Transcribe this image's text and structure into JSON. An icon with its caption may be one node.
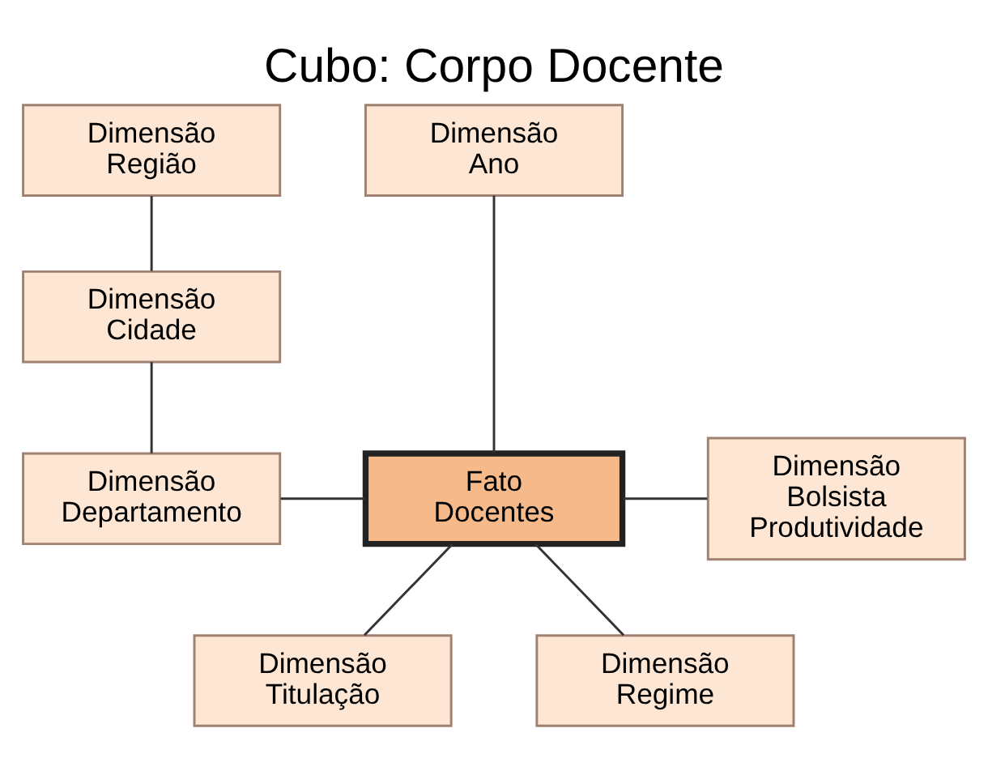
{
  "diagram": {
    "title": "Cubo: Corpo Docente",
    "nodes": [
      {
        "text": [
          "Dimensão Região"
        ]
      },
      {
        "text": [
          "Dimensão Ano"
        ]
      },
      {
        "text": [
          "Dimensão Cidade"
        ]
      },
      {
        "text": [
          "Dimensão Departamento"
        ]
      },
      {
        "text": [
          "Fato Docentes"
        ]
      },
      {
        "text": [
          "Dimensão Bolsista Produtividade"
        ]
      },
      {
        "text": [
          "Dimensão Titulação"
        ]
      },
      {
        "text": [
          "Dimensão Regime"
        ]
      }
    ],
    "edges": [
      {
        "from": 0,
        "to": 2,
        "arrow": "none"
      },
      {
        "from": 2,
        "to": 3,
        "arrow": "none"
      },
      {
        "from": 3,
        "to": 4,
        "arrow": "none"
      },
      {
        "from": 1,
        "to": 4,
        "arrow": "none"
      },
      {
        "from": 4,
        "to": 5,
        "arrow": "none"
      },
      {
        "from": 4,
        "to": 6,
        "arrow": "none"
      },
      {
        "from": 4,
        "to": 7,
        "arrow": "none"
      }
    ]
  }
}
